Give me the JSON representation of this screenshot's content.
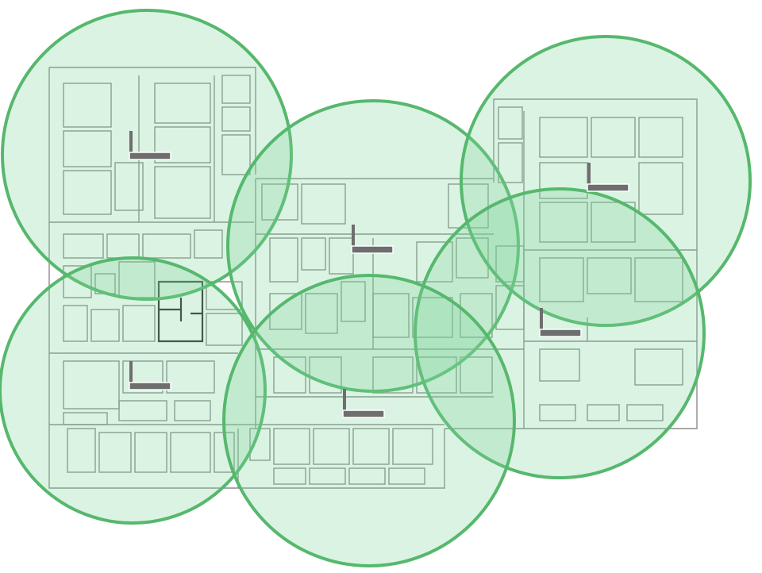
{
  "diagram": {
    "type": "wifi-coverage-floorplan",
    "colors": {
      "coverage_fill": "#7fd39a",
      "coverage_stroke": "#56b86d",
      "wall": "#8c8c8c",
      "wall_dark": "#2a2a2a",
      "access_point": "#6e6e6e",
      "background": "#ffffff"
    },
    "access_points": [
      {
        "id": "ap-1",
        "icon": "router-icon"
      },
      {
        "id": "ap-2",
        "icon": "router-icon"
      },
      {
        "id": "ap-3",
        "icon": "router-icon"
      },
      {
        "id": "ap-4",
        "icon": "router-icon"
      },
      {
        "id": "ap-5",
        "icon": "router-icon"
      },
      {
        "id": "ap-6",
        "icon": "router-icon"
      },
      {
        "id": "ap-7",
        "icon": "router-icon"
      }
    ]
  }
}
